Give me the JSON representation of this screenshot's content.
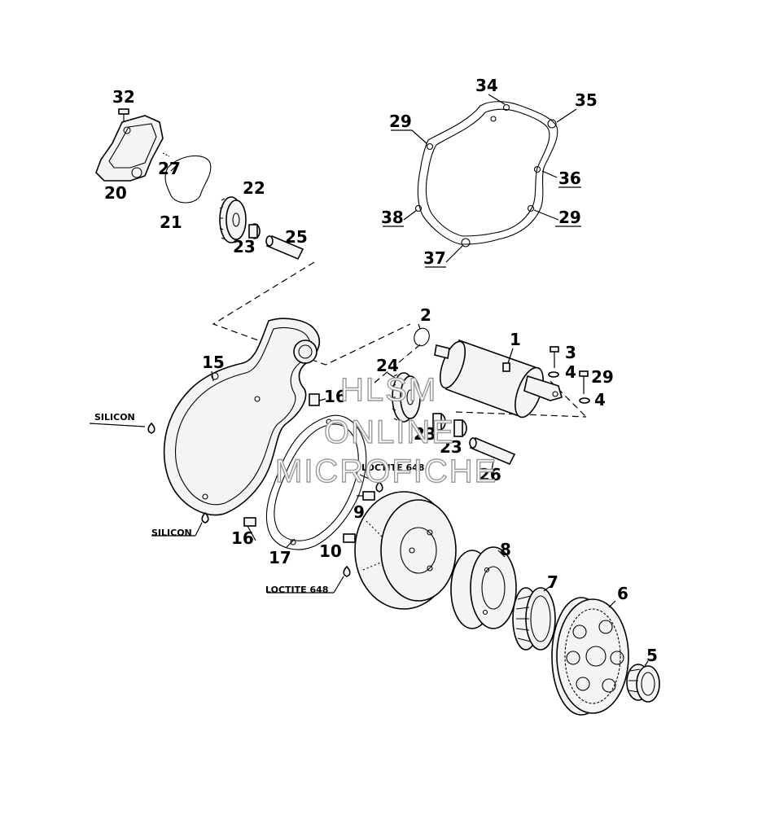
{
  "labels": {
    "p1": "1",
    "p2": "2",
    "p3": "3",
    "p4a": "4",
    "p4b": "4",
    "p5": "5",
    "p6": "6",
    "p7": "7",
    "p8": "8",
    "p9": "9",
    "p10": "10",
    "p15": "15",
    "p16a": "16",
    "p16b": "16",
    "p17": "17",
    "p20": "20",
    "p21": "21",
    "p22": "22",
    "p23a": "23",
    "p23b": "23",
    "p23c": "23",
    "p24": "24",
    "p25": "25",
    "p26": "26",
    "p27": "27",
    "p29a": "29",
    "p29b": "29",
    "p29c": "29",
    "p32": "32",
    "p34": "34",
    "p35": "35",
    "p36": "36",
    "p37": "37",
    "p38": "38"
  },
  "notes": {
    "silicon_top": "SILICON",
    "silicon_bottom": "SILICON",
    "loctite_top": "LOCTITE 648",
    "loctite_bottom": "LOCTITE 648"
  },
  "watermark": {
    "line1": "HLSM",
    "line2": "ONLINE",
    "line3": "MICROFICHE"
  },
  "colors": {
    "line": "#000000",
    "background": "#ffffff",
    "watermark_outline": "#9a9a9a"
  }
}
